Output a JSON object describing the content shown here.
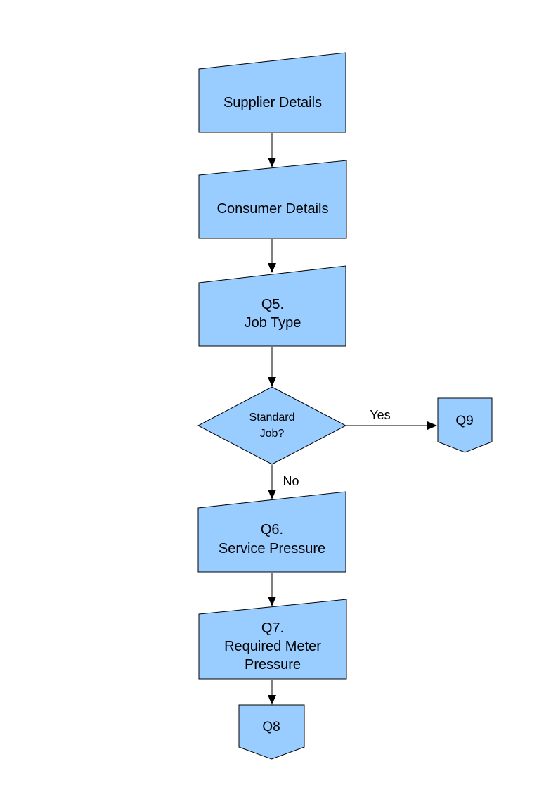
{
  "style": {
    "page_background": "#ffffff",
    "node_fill": "#99ccff",
    "node_border": "#000000",
    "text_color": "#000000",
    "connector_color": "#000000"
  },
  "nodes": {
    "supplier": {
      "type": "manual-input",
      "lines": [
        "Supplier Details"
      ]
    },
    "consumer": {
      "type": "manual-input",
      "lines": [
        "Consumer Details"
      ]
    },
    "q5": {
      "type": "manual-input",
      "lines": [
        "Q5.",
        "Job Type"
      ]
    },
    "standard_job": {
      "type": "decision",
      "lines": [
        "Standard",
        "Job?"
      ]
    },
    "q9": {
      "type": "off-page-connector",
      "lines": [
        "Q9"
      ]
    },
    "q6": {
      "type": "manual-input",
      "lines": [
        "Q6.",
        "Service Pressure"
      ]
    },
    "q7": {
      "type": "manual-input",
      "lines": [
        "Q7.",
        "Required Meter",
        "Pressure"
      ]
    },
    "q8": {
      "type": "off-page-connector",
      "lines": [
        "Q8"
      ]
    }
  },
  "edges": {
    "yes": {
      "label": "Yes"
    },
    "no": {
      "label": "No"
    }
  }
}
